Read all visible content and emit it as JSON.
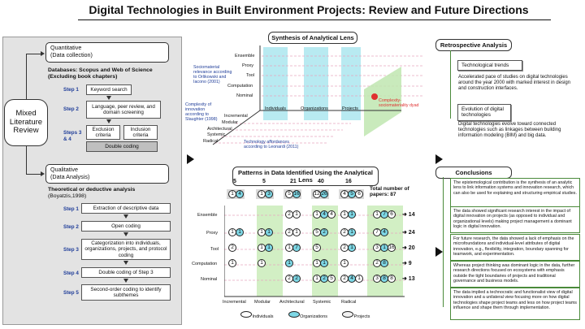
{
  "title": "Digital Technologies in Built Environment Projects: Review and Future Directions",
  "left": {
    "mixed": "Mixed Literature Review",
    "quant_title": "Quantitative",
    "quant_sub": "(Data collection)",
    "databases": "Databases: Scopus and Web of Science",
    "databases_sub": "(Excluding book chapters)",
    "step1": "Step 1",
    "step1_box": "Keyword search",
    "step2": "Step 2",
    "step2_box": "Language, peer review, and domain screening",
    "step34": "Steps 3 & 4",
    "exclusion": "Exclusion criteria",
    "inclusion": "Inclusion criteria",
    "double_coding": "Double coding",
    "qual_title": "Qualitative",
    "qual_sub": "(Data Analysis)",
    "theory": "Theoretical or deductive analysis",
    "theory_sub": "(Boyatzis,1998)",
    "qsteps": [
      {
        "label": "Step 1",
        "box": "Extraction of descriptive data"
      },
      {
        "label": "Step 2",
        "box": "Open coding"
      },
      {
        "label": "Step 3",
        "box": "Categorization into individuals, organizations, projects, and protocol coding"
      },
      {
        "label": "Step 4",
        "box": "Double coding of Step 3"
      },
      {
        "label": "Step 5",
        "box": "Second-order coding to identify subthemes"
      }
    ]
  },
  "synthesis": {
    "title": "Synthesis of Analytical Lens",
    "levels": [
      "Ensemble",
      "Proxy",
      "Tool",
      "Computation",
      "Nominal"
    ],
    "columns": [
      "Individuals",
      "Organizations",
      "Projects"
    ],
    "depth": [
      "Incremental",
      "Modular",
      "Architectural",
      "Systemic",
      "Radical"
    ],
    "note1": "Sociomaterial relevance according to Orlikowski and Iacono (2001)",
    "note2": "Complexity of innovation according to Slaughter (1998)",
    "note3": "Technology affordances according to Leonardi (2011)",
    "dyad": "Complexity-sociomateriality dyad"
  },
  "patterns": {
    "title": "Patterns in Data Identified Using the Analytical Lens",
    "col_totals": [
      "5",
      "5",
      "21",
      "40",
      "16"
    ],
    "col_circles": [
      [
        "1",
        "4"
      ],
      [
        "1",
        "3"
      ],
      [
        "5",
        "16"
      ],
      [
        "12",
        "26"
      ],
      [
        "4",
        "5",
        "6"
      ]
    ],
    "rows": [
      "Ensemble",
      "Proxy",
      "Tool",
      "Computation",
      "Nominal"
    ],
    "cols": [
      "Incremental",
      "Modular",
      "Architectural",
      "Systemic",
      "Radical"
    ],
    "cells": [
      [
        [],
        [],
        [
          {
            "v": "2",
            "g": false
          },
          {
            "v": "1",
            "g": false
          }
        ],
        [
          {
            "v": "1",
            "g": false
          },
          {
            "v": "4",
            "g": true
          },
          {
            "v": "4",
            "g": false
          }
        ],
        [
          {
            "v": "1",
            "g": false
          },
          {
            "v": "1",
            "g": true
          }
        ]
      ],
      [
        [
          {
            "v": "1",
            "g": false
          },
          {
            "v": "1",
            "g": true
          }
        ],
        [
          {
            "v": "1",
            "g": false
          },
          {
            "v": "1",
            "g": true
          }
        ],
        [
          {
            "v": "2",
            "g": false
          },
          {
            "v": "1",
            "g": false
          }
        ],
        [
          {
            "v": "5",
            "g": false
          },
          {
            "v": "2",
            "g": true
          }
        ],
        [
          {
            "v": "2",
            "g": false
          },
          {
            "v": "1",
            "g": true
          }
        ]
      ],
      [
        [
          {
            "v": "2",
            "g": false
          }
        ],
        [
          {
            "v": "1",
            "g": false
          },
          {
            "v": "1",
            "g": true
          }
        ],
        [
          {
            "v": "1",
            "g": false
          },
          {
            "v": "7",
            "g": true
          }
        ],
        [
          {
            "v": "5",
            "g": false
          }
        ],
        [
          {
            "v": "2",
            "g": false
          },
          {
            "v": "1",
            "g": true
          }
        ]
      ],
      [
        [
          {
            "v": "1",
            "g": false
          }
        ],
        [
          {
            "v": "1",
            "g": false
          }
        ],
        [
          {
            "v": "1",
            "g": true
          }
        ],
        [
          {
            "v": "1",
            "g": false
          },
          {
            "v": "1",
            "g": true
          }
        ],
        [
          {
            "v": "1",
            "g": false
          }
        ]
      ],
      [
        [],
        [],
        [
          {
            "v": "2",
            "g": false
          },
          {
            "v": "2",
            "g": true
          }
        ],
        [
          {
            "v": "1",
            "g": false
          },
          {
            "v": "2",
            "g": true
          },
          {
            "v": "5",
            "g": false
          }
        ],
        [
          {
            "v": "2",
            "g": false
          },
          {
            "v": "4",
            "g": true
          },
          {
            "v": "1",
            "g": false
          }
        ]
      ]
    ],
    "total_label": "Total number of papers: 87",
    "row_circles": [
      [
        "1",
        "7",
        "6"
      ],
      [
        "7",
        "4"
      ],
      [
        "3",
        "1",
        "16"
      ],
      [
        "2",
        "8"
      ],
      [
        "3",
        "8",
        "8"
      ]
    ],
    "row_totals": [
      "14",
      "24",
      "20",
      "9",
      "13"
    ],
    "legend": [
      "Individuals",
      "Organizations",
      "Projects"
    ]
  },
  "retro": {
    "title": "Retrospective Analysis",
    "t1": "Technological trends",
    "t1_text": "Accelerated pace of studies on digital technologies around the year 2000 with marked interest in design and construction interfaces.",
    "t2": "Evolution of digital technologies",
    "t2_text": "Digital technologies evolve toward connected technologies such as linkages between building information modeling (BIM) and big data."
  },
  "conclusions": {
    "title": "Conclusions",
    "items": [
      "The epistemological contribution is the synthesis of an analytic lens to link information systems and innovation research, which can also be used for explaining and structuring empirical studies.",
      "The data showed significant research interest in the impact of digital innovation on projects (as opposed to individual and organizational levels) making project management a dominant logic in digital innovation.",
      "For future research, the data showed a lack of emphasis on the microfoundations and individual-level attributes of digital innovation, e.g., flexibility, integration, boundary spanning for teamwork, and experimentation.",
      "Whereas project thinking was dominant logic in the data, further research directions focused on ecosystems with emphasis outside the tight boundaries of projects and traditional governance and business models.",
      "The data implied a technocratic and functionalist view of digital innovation and a unilateral view focusing more on how digital technologies shape project teams and less on how project teams influence and shape them through implementation."
    ]
  },
  "colors": {
    "cyan": "#7ed8e6",
    "green": "#4a8a3a",
    "pink": "#e7a7c0",
    "red": "#e03030",
    "step_blue": "#1f3d99"
  }
}
